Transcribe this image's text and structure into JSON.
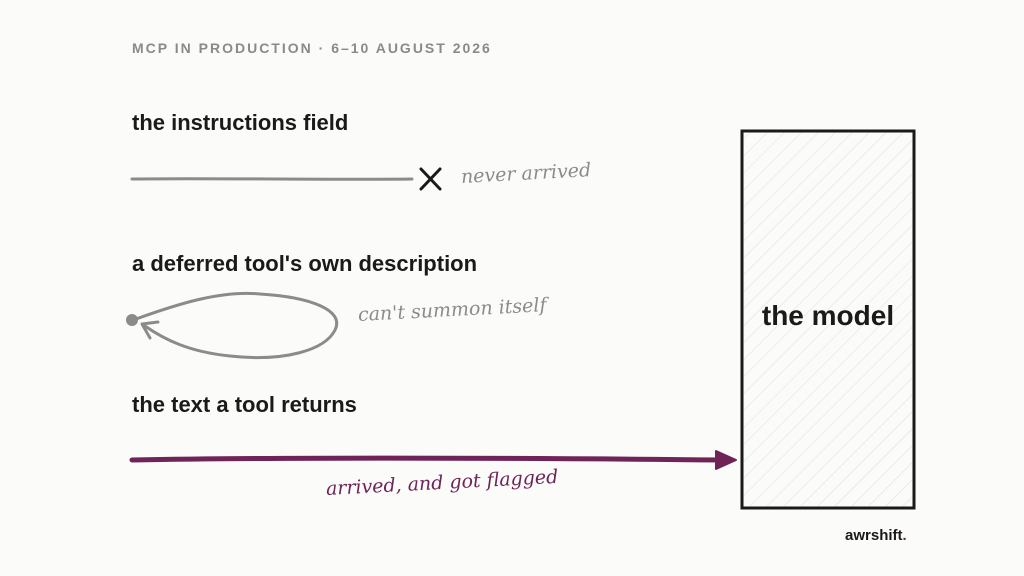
{
  "header": "MCP IN PRODUCTION · 6–10 AUGUST 2026",
  "rows": [
    {
      "label": "the instructions field",
      "note": "never arrived"
    },
    {
      "label": "a deferred tool's own description",
      "note": "can't summon itself"
    },
    {
      "label": "the text a tool returns",
      "note": "arrived, and got flagged"
    }
  ],
  "model": {
    "label": "the model"
  },
  "brand": {
    "name": "awrshift",
    "dot": "."
  },
  "colors": {
    "accent": "#6e2457",
    "gray": "#8b8b8b",
    "ink": "#1a1a1a",
    "background": "#fbfbf9"
  },
  "icons": [
    "cross-icon",
    "loop-arrow-icon",
    "arrow-right-icon"
  ]
}
